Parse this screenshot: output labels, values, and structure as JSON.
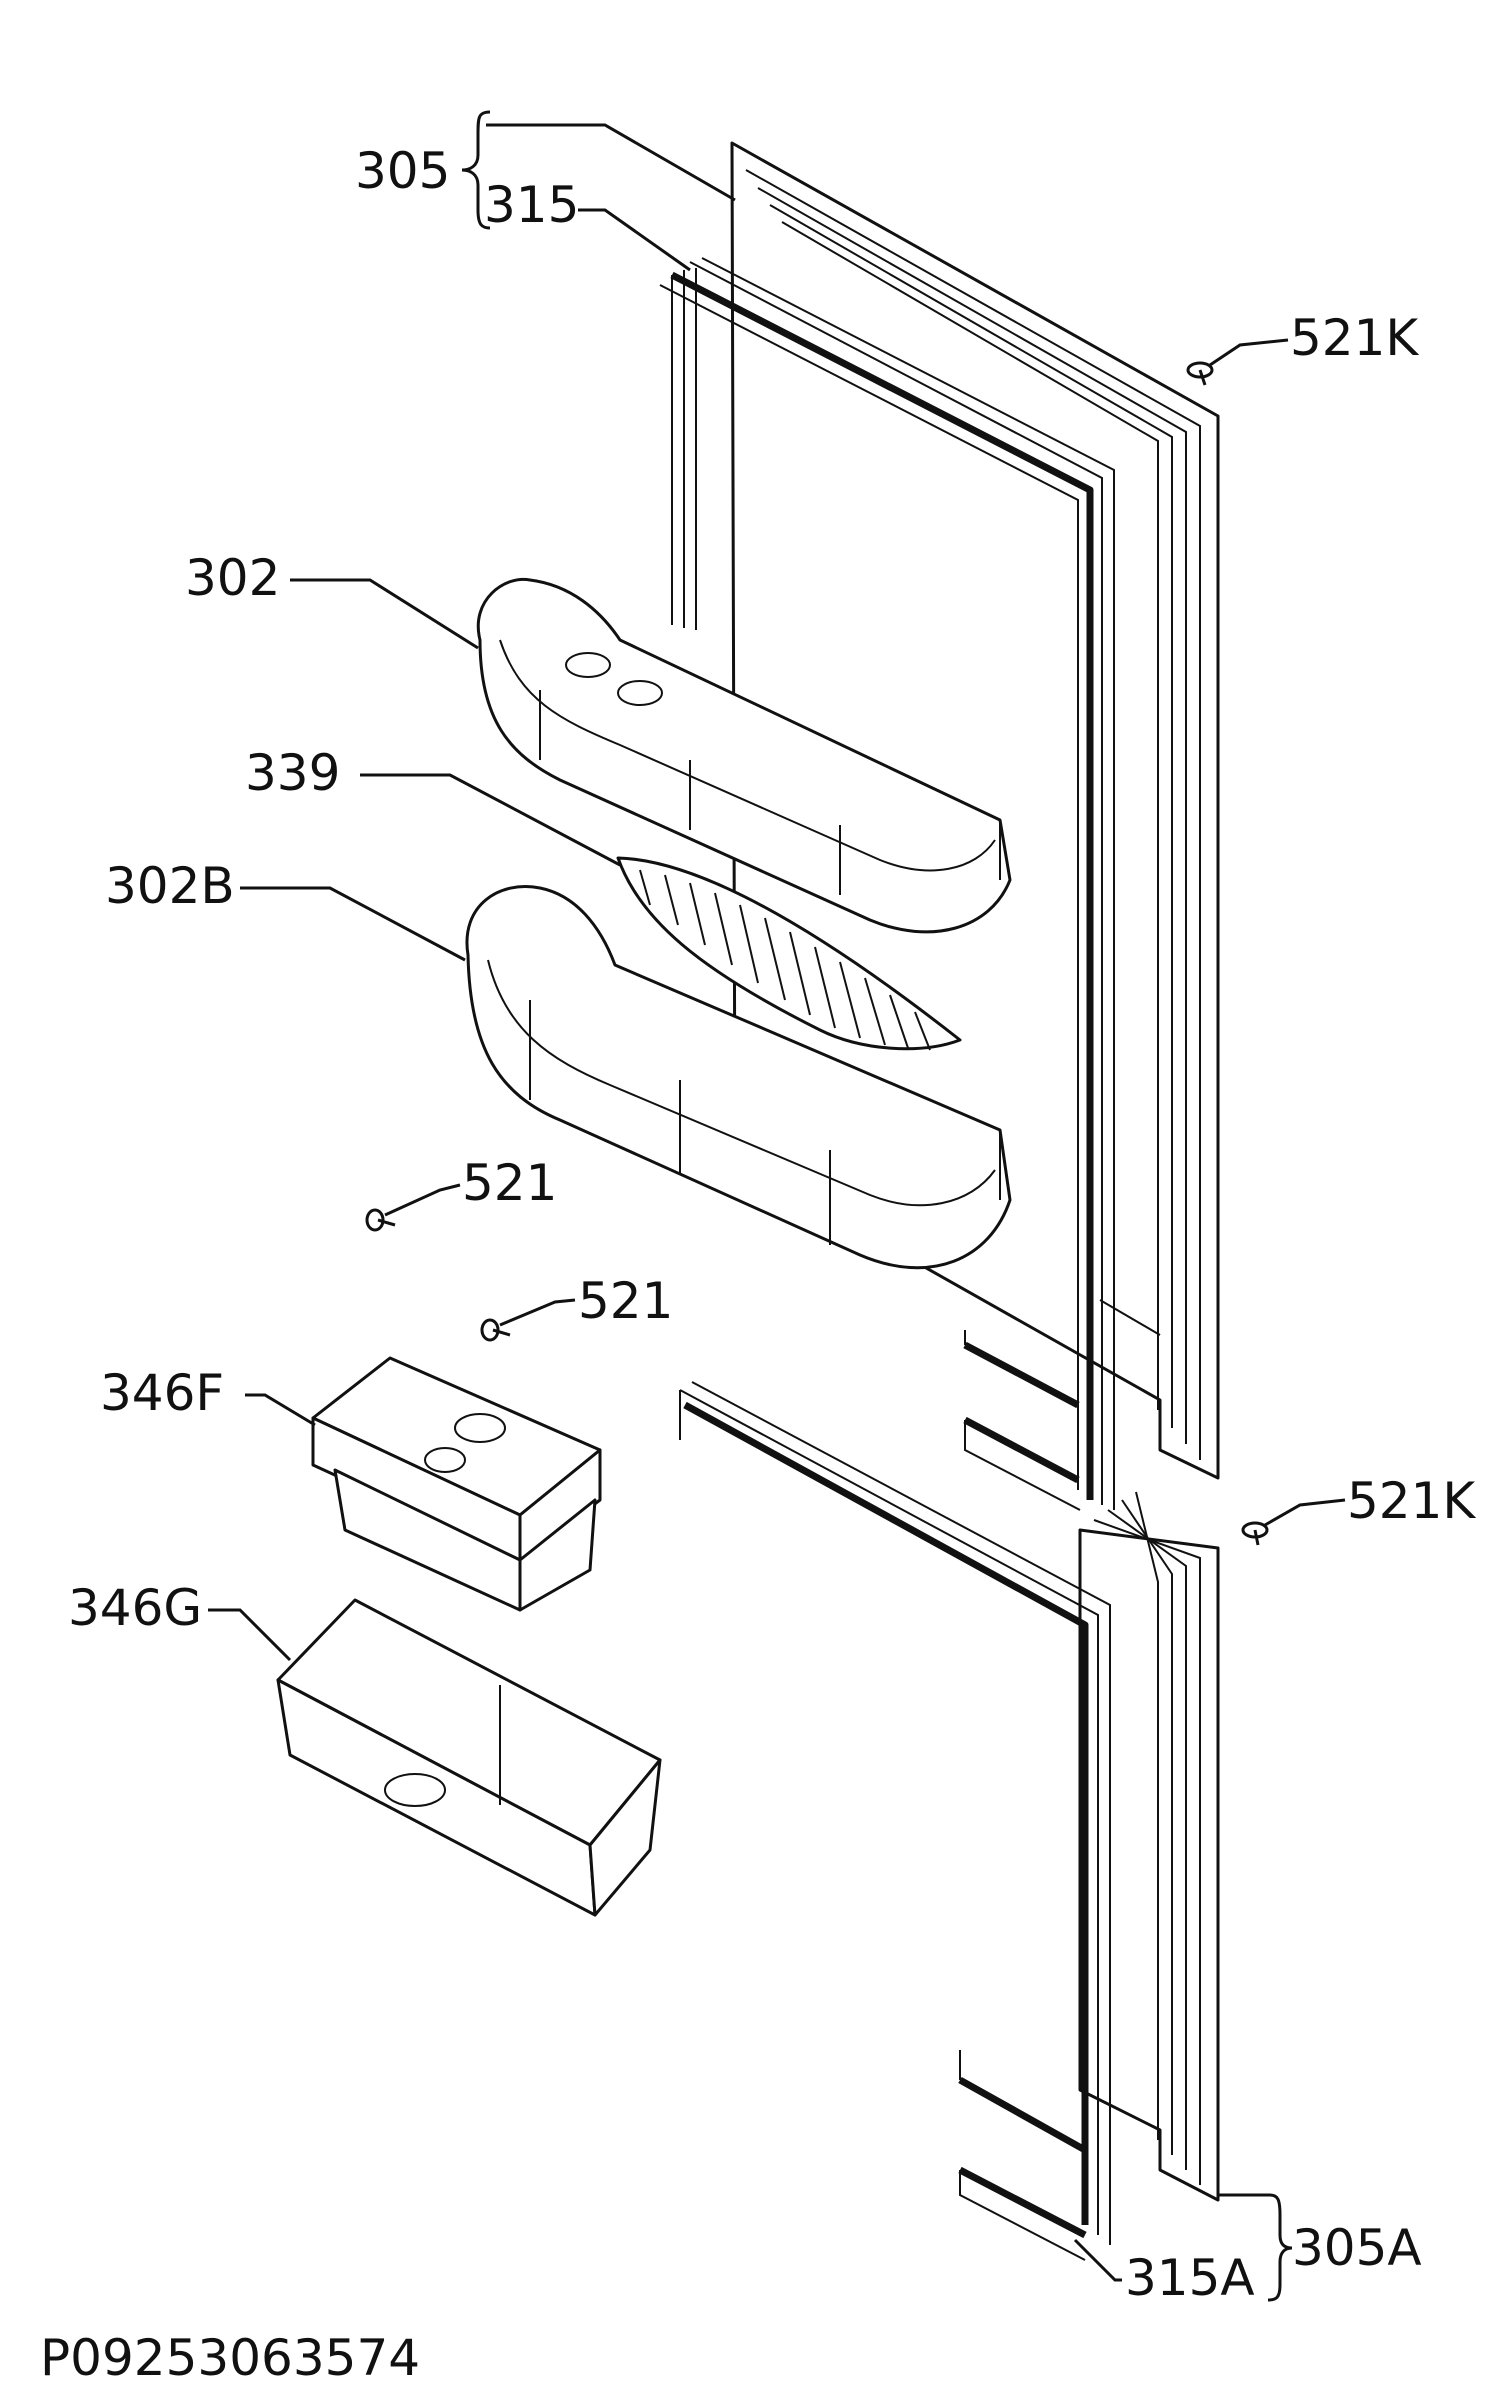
{
  "labels": {
    "p305": "305",
    "p315": "315",
    "p521k_top": "521K",
    "p302": "302",
    "p339": "339",
    "p302b": "302B",
    "p521_a": "521",
    "p521_b": "521",
    "p346f": "346F",
    "p521k_bottom": "521K",
    "p346g": "346G",
    "p315a": "315A",
    "p305a": "305A"
  },
  "drawing_code": "P09253063574"
}
